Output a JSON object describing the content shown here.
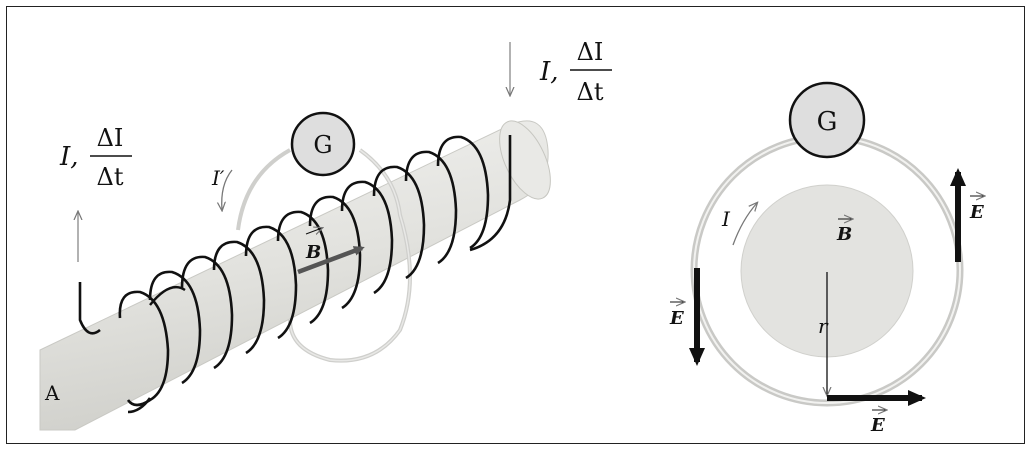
{
  "left": {
    "current_label": "I,",
    "frac_num": "ΔI",
    "frac_den": "Δt",
    "current_label_right": "I,",
    "frac_num_right": "ΔI",
    "frac_den_right": "Δt",
    "galvanometer": "G",
    "induced_current": "I′",
    "field": "B",
    "end_label": "A"
  },
  "right": {
    "galvanometer": "G",
    "current": "I",
    "field": "B",
    "radius": "r",
    "e_right": "E",
    "e_left": "E",
    "e_bottom": "E"
  },
  "colors": {
    "rod": "#e6e6e3",
    "rod_edge": "#bdbdb8",
    "coil": "#111111",
    "ring": "#cfcfcc",
    "galvanometer_fill": "#dedede",
    "disk": "#e3e3e0",
    "arrow_gray": "#555555"
  }
}
